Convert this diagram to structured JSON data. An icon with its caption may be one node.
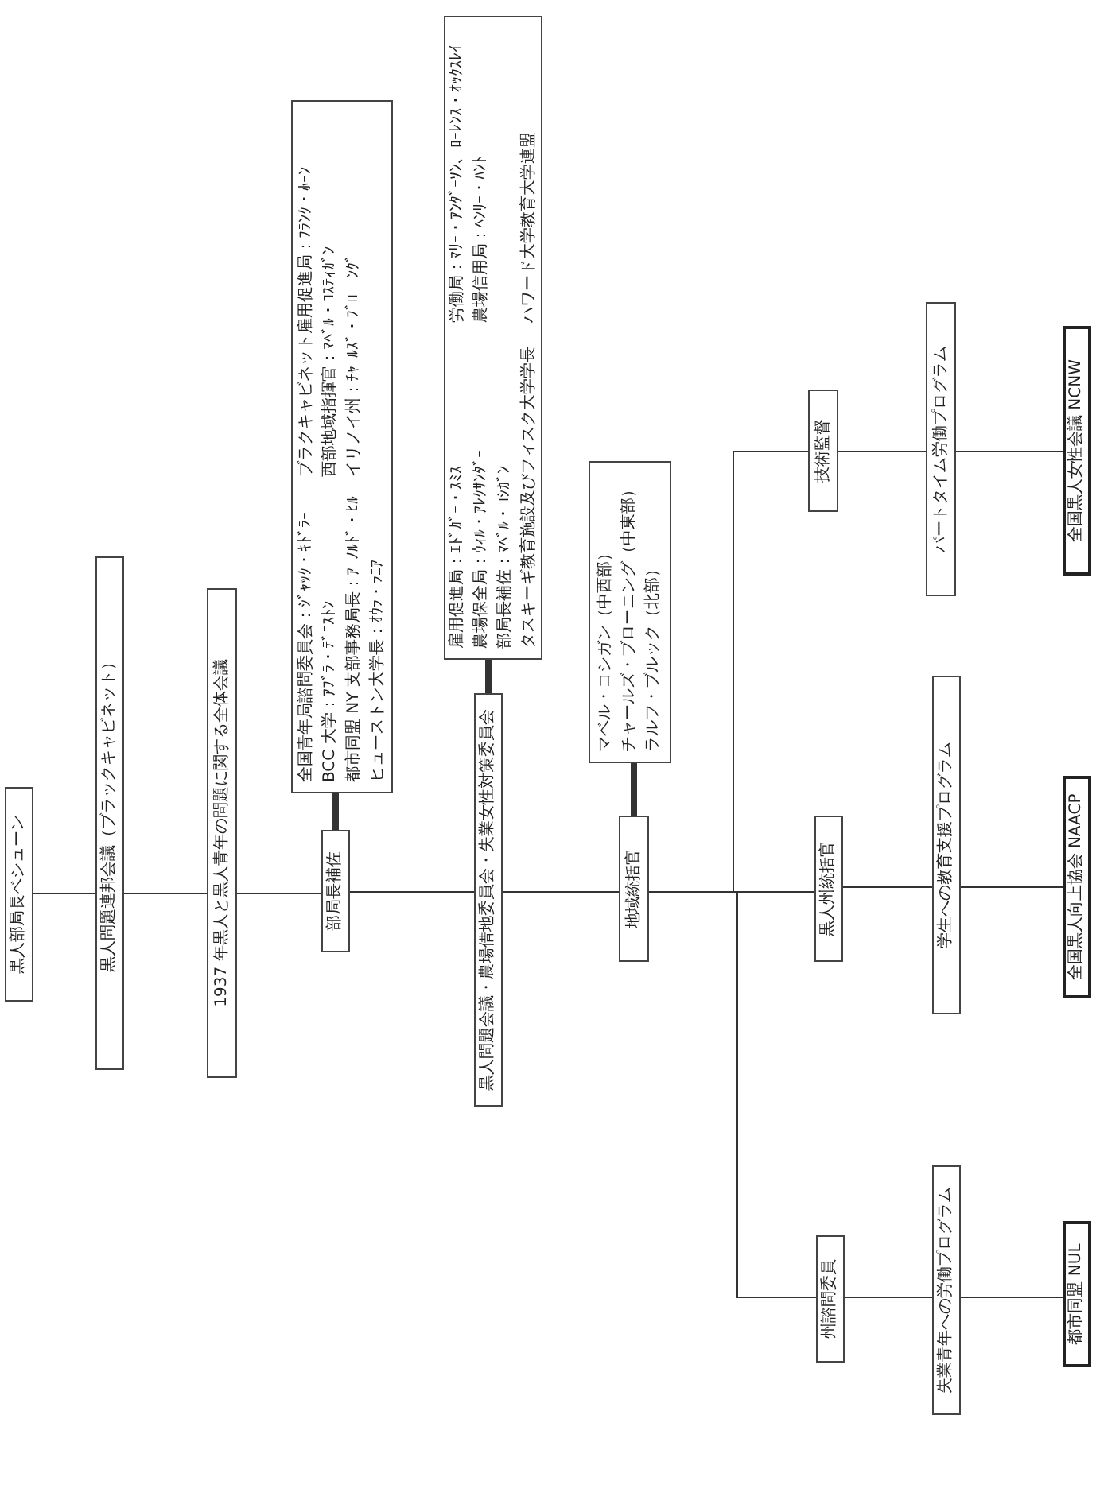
{
  "diagram": {
    "nodes": [
      {
        "text": [
          "黒人部局長ベシューン"
        ]
      },
      {
        "text": [
          "黒人問題連邦会議（ブラックキャビネット）"
        ]
      },
      {
        "text": [
          "1937 年黒人と黒人青年の問題に関する全体会議"
        ]
      },
      {
        "text": [
          "部局長補佐"
        ]
      },
      {
        "text": [
          "全国青年局諮問委員会：ｼﾞｬｯｸ・ｷﾄﾞﾗｰ",
          "ブラクキャビネット雇用促進局：ﾌﾗﾝｸ・ﾎｰﾝ",
          "BCC 大学：ｱﾌﾞﾗ・ﾃﾞﾆｽﾄﾝ",
          "西部地域指揮官：ﾏﾍﾞﾙ・ｺｽﾃｨｶﾞﾝ",
          "都市同盟 NY 支部事務局長：ｱｰﾉﾙﾄﾞ・ﾋﾙ",
          "イリノイ州：ﾁｬｰﾙｽﾞ・ﾌﾞﾛｰﾆﾝｸﾞ",
          "ヒューストン大学長：ｵｳﾗ・ﾗﾆｱ"
        ]
      },
      {
        "text": [
          "黒人問題会議・農場借地委員会・失業女性対策委員会"
        ]
      },
      {
        "text": [
          "雇用促進局：ｴﾄﾞｶﾞｰ・ｽﾐｽ",
          "労働局：ﾏﾘｰ・ｱﾝﾀﾞｰｿﾝ、ﾛｰﾚﾝｽ・ｵｯｸｽﾚｲ",
          "農場保全局：ｳｨﾙ・ｱﾚｸｻﾝﾀﾞｰ",
          "農場信用局：ﾍﾝﾘｰ・ﾊﾝﾄ",
          "部局長補佐：ﾏﾍﾞﾙ・ｺｼｶﾞﾝ",
          "タスキーギ教育施設及びフィスク大学学長",
          "ハワード大学教育大学連盟"
        ]
      },
      {
        "text": [
          "地域統括官"
        ]
      },
      {
        "text": [
          "マベル・コシガン（中西部）",
          "チャールズ・ブローニング（中東部）",
          "ラルフ・ブルック（北部）"
        ]
      },
      {
        "text": [
          "州諮問委員"
        ]
      },
      {
        "text": [
          "黒人州統括官"
        ]
      },
      {
        "text": [
          "技術監督"
        ]
      },
      {
        "text": [
          "失業青年への労働プログラム"
        ]
      },
      {
        "text": [
          "学生への教育支援プログラム"
        ]
      },
      {
        "text": [
          "パートタイム労働プログラム"
        ]
      },
      {
        "text": [
          "都市同盟 NUL"
        ]
      },
      {
        "text": [
          "全国黒人向上協会 NAACP"
        ]
      },
      {
        "text": [
          "全国黒人女性会議 NCNW"
        ]
      }
    ],
    "edges": [
      {
        "from": 0,
        "to": 1,
        "arrow": "none"
      },
      {
        "from": 1,
        "to": 2,
        "arrow": "none"
      },
      {
        "from": 2,
        "to": 3,
        "arrow": "none"
      },
      {
        "from": 3,
        "to": 4,
        "arrow": "none",
        "style": "thick"
      },
      {
        "from": 3,
        "to": 5,
        "arrow": "none"
      },
      {
        "from": 5,
        "to": 6,
        "arrow": "none",
        "style": "thick"
      },
      {
        "from": 5,
        "to": 7,
        "arrow": "none"
      },
      {
        "from": 7,
        "to": 8,
        "arrow": "none",
        "style": "thick"
      },
      {
        "from": 7,
        "to": 9,
        "arrow": "none"
      },
      {
        "from": 7,
        "to": 10,
        "arrow": "none"
      },
      {
        "from": 7,
        "to": 11,
        "arrow": "none"
      },
      {
        "from": 9,
        "to": 12,
        "arrow": "none"
      },
      {
        "from": 10,
        "to": 13,
        "arrow": "none"
      },
      {
        "from": 11,
        "to": 14,
        "arrow": "none"
      },
      {
        "from": 12,
        "to": 15,
        "arrow": "none"
      },
      {
        "from": 13,
        "to": 16,
        "arrow": "none"
      },
      {
        "from": 14,
        "to": 17,
        "arrow": "none"
      }
    ]
  }
}
